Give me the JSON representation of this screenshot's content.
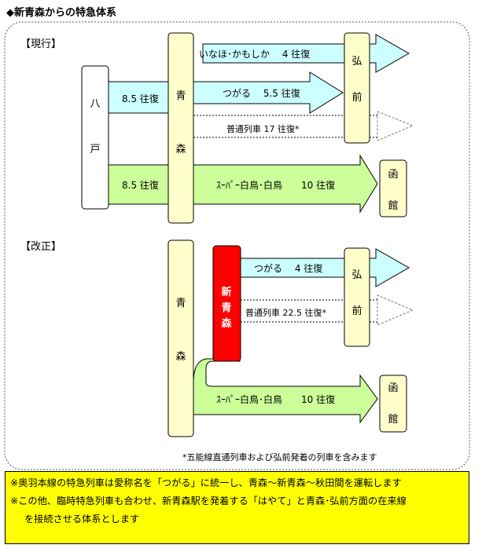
{
  "title": "◆新青森からの特急体系",
  "current": {
    "label": "【現行】",
    "stations": {
      "hachinohe": [
        "八",
        "戸"
      ],
      "aomori": [
        "青",
        "森"
      ],
      "hirosaki": [
        "弘",
        "前"
      ],
      "hakodate": [
        "函",
        "館"
      ]
    },
    "routes": {
      "inaho_kamoshika": "いなほ･かもしか　 4 往復",
      "tsugaru": "つがる　 5.5 往復",
      "local": "普通列車 17 往復*",
      "hachinohe_aomori_top": "8.5 往復",
      "hachinohe_aomori_bottom": "8.5 往復",
      "super_hakucho": "ｽｰﾊﾟｰ白鳥･白鳥　　10 往復"
    }
  },
  "revised": {
    "label": "【改正】",
    "stations": {
      "aomori": [
        "青",
        "森"
      ],
      "shin_aomori": [
        "新",
        "青",
        "森"
      ],
      "hirosaki": [
        "弘",
        "前"
      ],
      "hakodate": [
        "函",
        "館"
      ]
    },
    "routes": {
      "tsugaru": "つがる　 4 往復",
      "local": "普通列車 22.5 往復*",
      "super_hakucho": "ｽｰﾊﾟｰ白鳥･白鳥　　10 往復"
    }
  },
  "footnote": "*五能線直通列車および弘前発着の列車を含みます",
  "notes": [
    "※奥羽本線の特急列車は愛称名を「つがる」に統一し、青森～新青森～秋田間を運転します",
    "※この他、臨時特急列車も合わせ、新青森駅を発着する「はやて」と青森･弘前方面の在来線",
    "を接続させる体系とします"
  ],
  "colors": {
    "station_fill": "#ffffcc",
    "shin_aomori_fill": "#ff0000",
    "cyan_arrow": "#ccffff",
    "green_arrow": "#ccff99",
    "note_bg": "#ffff00"
  }
}
